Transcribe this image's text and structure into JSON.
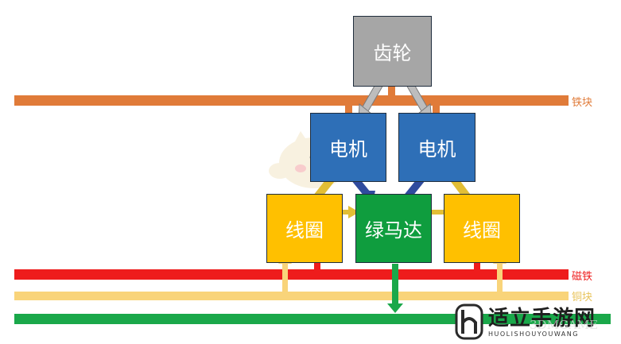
{
  "colors": {
    "iron": "#e07b39",
    "magnet": "#ee1c1c",
    "copper": "#f9d47a",
    "green": "#1aa84a",
    "gear": "#a6a6a6",
    "motor": "#2e6fb7",
    "coil": "#ffc000",
    "blue_arrow": "#2f4b9e",
    "gray_arrow": "#bdbdbd",
    "yellow_arrow": "#e2be35"
  },
  "bars": {
    "iron_label": "铁块",
    "magnet_label": "磁铁",
    "copper_label": "铜块"
  },
  "nodes": {
    "gear": "齿轮",
    "motor_left": "电机",
    "motor_right": "电机",
    "coil_left": "线圈",
    "coil_right": "线圈",
    "green_motor": "绿马达"
  },
  "watermark": {
    "brand": "适立手游网",
    "pinyin": "HUOLISHOUYOUWANG",
    "faded": "3DMGAME",
    "logo_icon": "h-logo-icon",
    "mascot_icon": "cat-mascot-icon"
  }
}
